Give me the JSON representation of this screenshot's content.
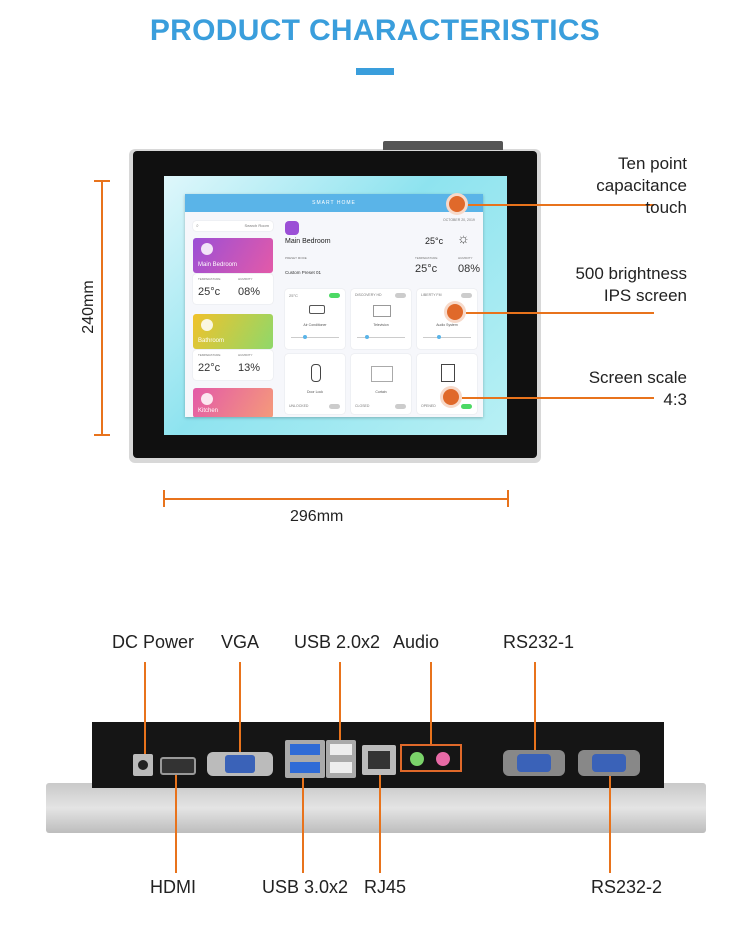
{
  "header": {
    "title": "PRODUCT CHARACTERISTICS"
  },
  "screen_ui": {
    "app_title": "SMART HOME",
    "search_placeholder": "Search Room",
    "date": "OCTOBER 20, 2019",
    "room_title": "Main Bedroom",
    "room_temp": "25°c",
    "preset_label": "PRESET MODE",
    "preset_value": "Custom Preset 01",
    "temp_label": "TEMPERATURE",
    "humidity_label": "HUMIDITY",
    "temp_value": "25°c",
    "humidity_value": "08%",
    "rooms": [
      {
        "name": "Main Bedroom",
        "temp": "25°c",
        "humidity": "08%"
      },
      {
        "name": "Bathroom",
        "temp": "22°c",
        "humidity": "13%"
      },
      {
        "name": "Kitchen"
      }
    ],
    "devices": [
      {
        "label": "Air Conditioner",
        "status": "25°C"
      },
      {
        "label": "Television",
        "status": "DISCOVERY HD"
      },
      {
        "label": "Audio System",
        "status": "LIBERTY FM"
      },
      {
        "label": "Door Lock",
        "status": "UNLOCKED"
      },
      {
        "label": "Curtain",
        "status": "CLOSED"
      },
      {
        "label": "",
        "status": "OPENED"
      }
    ]
  },
  "callouts": [
    {
      "line1": "Ten point",
      "line2": "capacitance",
      "line3": "touch"
    },
    {
      "line1": "500 brightness",
      "line2": "IPS screen"
    },
    {
      "line1": "Screen scale",
      "line2": "4:3"
    }
  ],
  "dimensions": {
    "height": "240mm",
    "width": "296mm"
  },
  "ports_top": {
    "dc_power": "DC Power",
    "vga": "VGA",
    "usb2": "USB 2.0x2",
    "audio": "Audio",
    "rs232_1": "RS232-1"
  },
  "ports_bottom": {
    "hdmi": "HDMI",
    "usb3": "USB 3.0x2",
    "rj45": "RJ45",
    "rs232_2": "RS232-2"
  },
  "colors": {
    "accent_blue": "#3a9edc",
    "accent_orange": "#e8731c"
  }
}
